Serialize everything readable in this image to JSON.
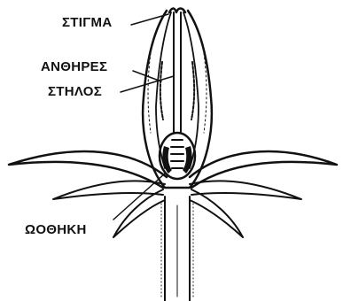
{
  "labels": {
    "stigma": "ΣΤΙΓΜΑ",
    "anthers": "ΑΝΘΗΡΕΣ",
    "style": "ΣΤΗΛΟΣ",
    "ovary": "ΩΟΘΗΚΗ"
  },
  "colors": {
    "ink": "#111111",
    "background": "#ffffff"
  }
}
